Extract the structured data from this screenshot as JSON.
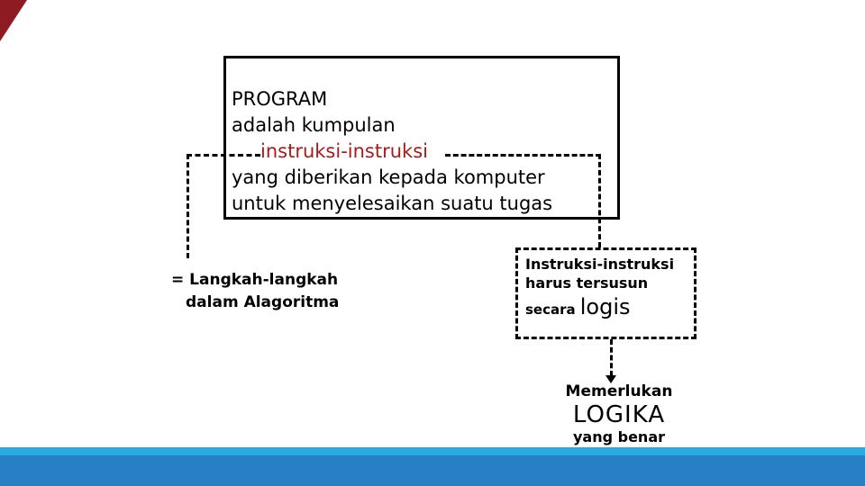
{
  "main_box": {
    "line1": "PROGRAM",
    "line2": "adalah kumpulan",
    "line3": "instruksi-instruksi",
    "line4": "yang diberikan kepada komputer",
    "line5": "untuk menyelesaikan suatu tugas"
  },
  "left_note": {
    "line1": "= Langkah-langkah",
    "line2": "dalam Alagoritma"
  },
  "logic_box": {
    "line1": "Instruksi-instruksi",
    "line2": "harus tersusun",
    "line3_small": "secara",
    "line3_big": "logis"
  },
  "conclusion": {
    "line1": "Memerlukan",
    "line2": "LOGIKA",
    "line3": "yang benar"
  },
  "colors": {
    "accent_red": "#a91b1b",
    "corner_maroon": "#8e1b21",
    "bar_light_blue": "#29abe2",
    "bar_dark_blue": "#2780c3"
  }
}
